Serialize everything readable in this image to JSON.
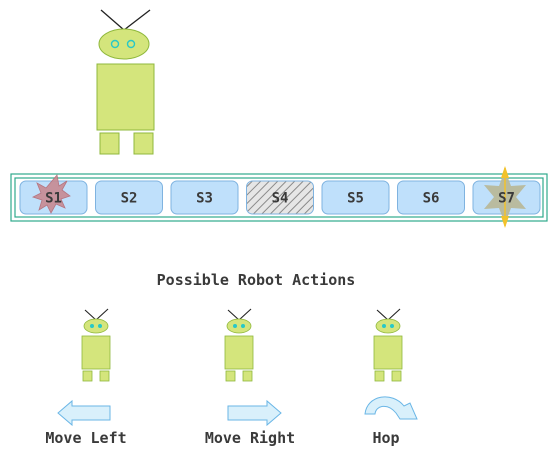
{
  "states": [
    {
      "label": "S1",
      "marker": "red-burst"
    },
    {
      "label": "S2",
      "marker": ""
    },
    {
      "label": "S3",
      "marker": ""
    },
    {
      "label": "S4",
      "marker": "hatched"
    },
    {
      "label": "S5",
      "marker": ""
    },
    {
      "label": "S6",
      "marker": ""
    },
    {
      "label": "S7",
      "marker": "gold-star"
    }
  ],
  "actions_title": "Possible Robot Actions",
  "actions": [
    {
      "label": "Move Left",
      "icon": "arrow-left-icon"
    },
    {
      "label": "Move Right",
      "icon": "arrow-right-icon"
    },
    {
      "label": "Hop",
      "icon": "curved-arrow-icon"
    }
  ],
  "colors": {
    "robot_fill": "#d4e57c",
    "robot_stroke": "#8fb83c",
    "robot_eye": "#28c8c8",
    "state_fill": "#bfe0fb",
    "state_stroke": "#7fb3e0",
    "track_stroke": "#2fa98c",
    "arrow_fill": "#d9f0fb",
    "arrow_stroke": "#6ab6e6",
    "burst_fill": "#c78a92",
    "star_fill": "#b8b89a",
    "star_accent": "#f2c22b"
  }
}
